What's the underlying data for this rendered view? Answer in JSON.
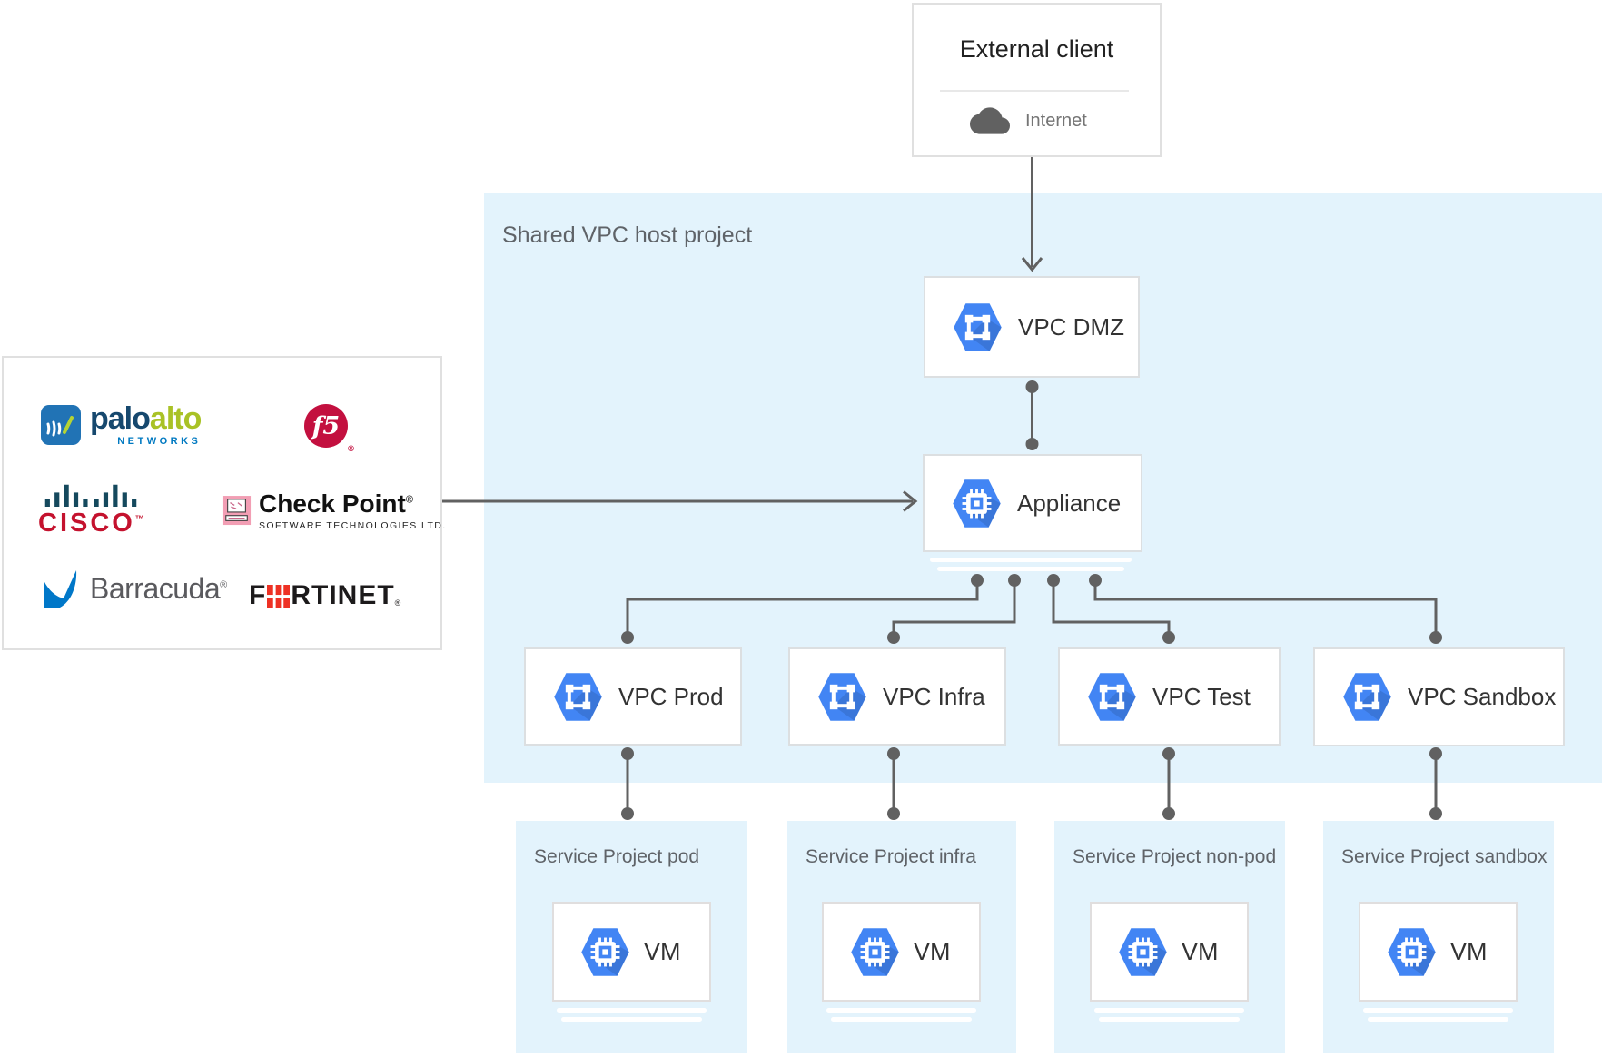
{
  "external_client": {
    "title": "External client",
    "network_label": "Internet"
  },
  "shared_vpc": {
    "label": "Shared VPC host project",
    "nodes": {
      "vpc_dmz": "VPC DMZ",
      "appliance": "Appliance",
      "vpc_prod": "VPC Prod",
      "vpc_infra": "VPC Infra",
      "vpc_test": "VPC Test",
      "vpc_sandbox": "VPC Sandbox"
    }
  },
  "service_projects": [
    {
      "label": "Service Project pod",
      "vm": "VM"
    },
    {
      "label": "Service Project infra",
      "vm": "VM"
    },
    {
      "label": "Service Project non-pod",
      "vm": "VM"
    },
    {
      "label": "Service Project sandbox",
      "vm": "VM"
    }
  ],
  "vendors": {
    "palo_alto": {
      "word_primary": "palo",
      "word_secondary": "alto",
      "tagline": "NETWORKS"
    },
    "f5": {
      "label": "f5",
      "mark": "®"
    },
    "cisco": {
      "label": "CISCO",
      "mark": "™"
    },
    "check_point": {
      "name": "Check Point",
      "mark": "®",
      "subtitle": "SOFTWARE TECHNOLOGIES LTD."
    },
    "barracuda": {
      "label": "Barracuda",
      "mark": "®"
    },
    "fortinet": {
      "prefix": "F",
      "suffix": "RTINET",
      "mark": "®"
    }
  },
  "icons": {
    "internet": "cloud-icon",
    "vpc_network": "vpc-hexagon-icon",
    "compute": "chip-hexagon-icon"
  },
  "colors": {
    "project_region_bg": "#e3f3fc",
    "gcp_icon_blue": "#4285f4",
    "connector_gray": "#616161",
    "box_border": "#dcdfe1",
    "label_dark": "#333333",
    "label_gray": "#5f6368",
    "palo_alto_blue": "#2173b5",
    "palo_alto_green": "#a9c226",
    "f5_red": "#c3103f",
    "cisco_red": "#c4122e",
    "cisco_bars_teal": "#15495d",
    "check_point_pink": "#f29eb4",
    "barracuda_blue": "#0077c8",
    "fortinet_red": "#ee3124"
  }
}
